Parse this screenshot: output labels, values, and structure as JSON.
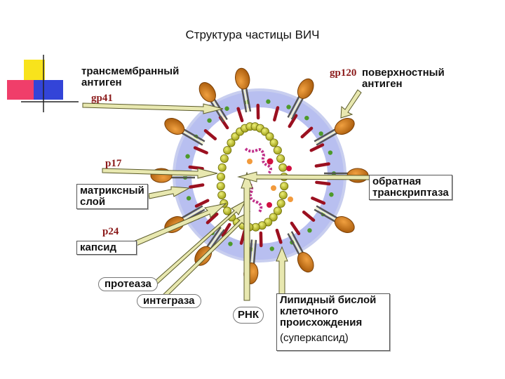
{
  "title": "Структура частицы ВИЧ",
  "labels": {
    "transmembrane": "трансмембранный\nантиген",
    "gp41": "gp41",
    "gp120": "gp120",
    "surface": "поверхностный\nантиген",
    "p17": "p17",
    "matrix": "матриксный\nслой",
    "p24": "p24",
    "capsid": "капсид",
    "protease": "протеаза",
    "integrase": "интеграза",
    "rna": "РНК",
    "reverse_transcriptase": "обратная\nтранскриптаза",
    "lipid_bilayer": "Липидный бислой\nклеточного\nпроисхождения",
    "supercapsid": "(суперкапсид)"
  },
  "colors": {
    "envelope": "#b8bff0",
    "spike_head": "#c8700f",
    "spike_stalk": "#f2f2c8",
    "matrix_rod": "#9b1020",
    "matrix_dot": "#4c9a2a",
    "capsid_bead": "#c8c82a",
    "rna": "#c0308a",
    "enzyme_orange": "#f29a3c",
    "enzyme_red": "#d01040",
    "pointer": "#e8e8b0",
    "code_text": "#8b1a1a"
  }
}
